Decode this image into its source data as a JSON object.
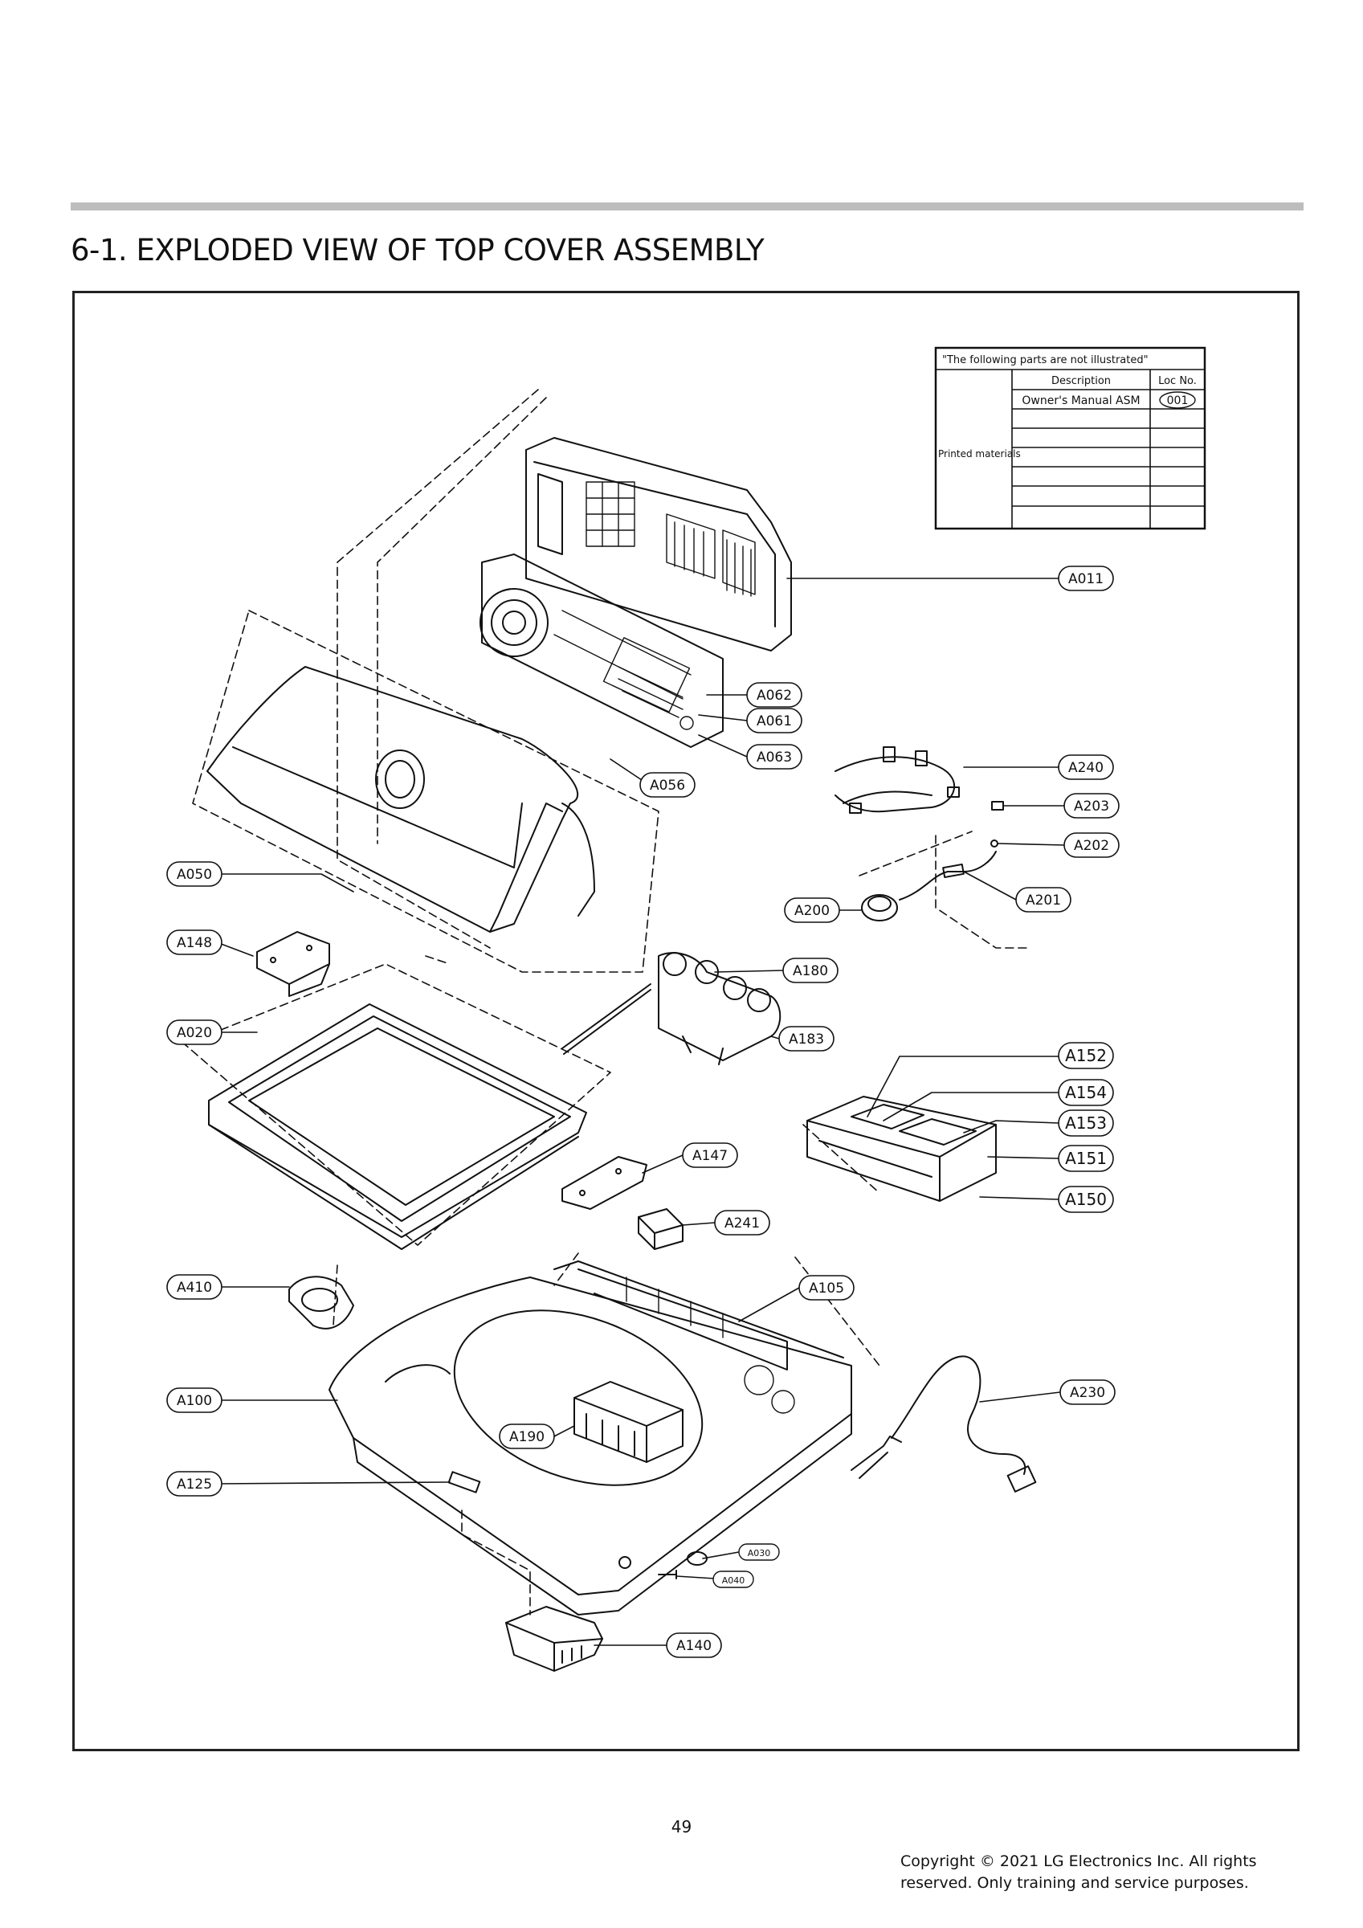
{
  "page": {
    "title": "6-1. EXPLODED VIEW OF TOP COVER ASSEMBLY",
    "page_number": "49",
    "copyright_line1": "Copyright  ©  2021  LG  Electronics   Inc.  All  rights",
    "copyright_line2": "reserved.  Only  training  and  service  purposes."
  },
  "note_table": {
    "caption": "\"The following parts are not illustrated\"",
    "header_description": "Description",
    "header_loc": "Loc No.",
    "group_label": "Printed materials",
    "rows": [
      {
        "description": "Owner's Manual ASM",
        "loc": "001"
      },
      {
        "description": "",
        "loc": ""
      },
      {
        "description": "",
        "loc": ""
      },
      {
        "description": "",
        "loc": ""
      },
      {
        "description": "",
        "loc": ""
      },
      {
        "description": "",
        "loc": ""
      },
      {
        "description": "",
        "loc": ""
      }
    ]
  },
  "callouts": [
    "A011",
    "A062",
    "A061",
    "A063",
    "A056",
    "A240",
    "A203",
    "A202",
    "A201",
    "A200",
    "A050",
    "A148",
    "A180",
    "A183",
    "A020",
    "A152",
    "A154",
    "A153",
    "A151",
    "A150",
    "A147",
    "A241",
    "A410",
    "A105",
    "A100",
    "A230",
    "A190",
    "A125",
    "A030",
    "A040",
    "A140"
  ]
}
